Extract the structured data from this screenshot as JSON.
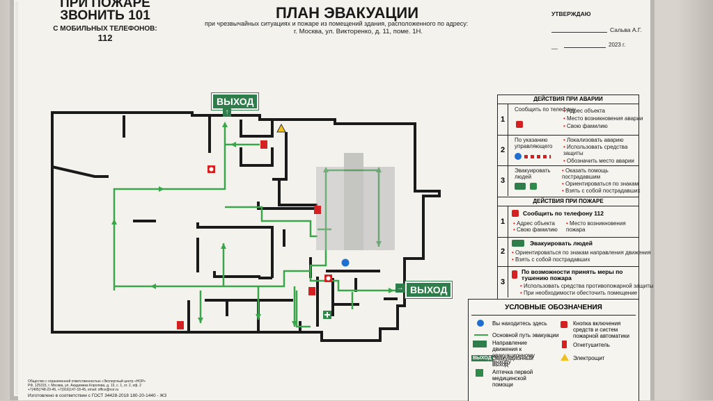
{
  "fire_call": {
    "line1": "ПРИ ПОЖАРЕ",
    "line2": "ЗВОНИТЬ 101",
    "line3": "С МОБИЛЬНЫХ ТЕЛЕФОНОВ:",
    "line4": "112"
  },
  "title": "ПЛАН ЭВАКУАЦИИ",
  "subtitle1": "при чрезвычайных ситуациях и пожаре из помещений здания, расположенного по адресу:",
  "subtitle2": "г. Москва,  ул. Викторенко, д. 11, поме. 1Н.",
  "approve": {
    "label": "УТВЕРЖДАЮ",
    "name": "Сальва А.Г.",
    "year": "2023 г."
  },
  "exits": {
    "top": "ВЫХОД",
    "right": "ВЫХОД"
  },
  "accident": {
    "header": "ДЕЙСТВИЯ ПРИ АВАРИИ",
    "rows": [
      {
        "num": "1",
        "title": "Сообщить по телефону",
        "items": [
          "Адрес объекта",
          "Место возникновения аварии",
          "Свою фамилию"
        ]
      },
      {
        "num": "2",
        "title": "По указанию управляющего",
        "items": [
          "Локализовать аварию",
          "Использовать средства защиты",
          "Обозначить место аварии"
        ]
      },
      {
        "num": "3",
        "title": "Эвакуировать людей",
        "items": [
          "Оказать помощь пострадавшим",
          "Ориентироваться по знакам",
          "Взять с собой пострадавших"
        ]
      }
    ]
  },
  "fire": {
    "header": "ДЕЙСТВИЯ ПРИ ПОЖАРЕ",
    "rows": [
      {
        "num": "1",
        "title": "Сообщить по телефону  112",
        "items": [
          "Адрес объекта",
          "Свою фамилию",
          "Место возникновения пожара"
        ]
      },
      {
        "num": "2",
        "title": "Эвакуировать людей",
        "items": [
          "Ориентироваться по знакам направления движения",
          "Взять с собой пострадавших"
        ]
      },
      {
        "num": "3",
        "title": "По возможности принять меры по тушению пожара",
        "items": [
          "Использовать средства противопожарной защиты",
          "При необходимости обесточить помещение"
        ]
      }
    ]
  },
  "legend": {
    "header": "УСЛОВНЫЕ ОБОЗНАЧЕНИЯ",
    "items": [
      "Вы находитесь здесь",
      "Основной путь эвакуации",
      "Направление движения к эвакуационному выходу",
      "Эвакуационный выход",
      "Аптечка первой медицинской помощи",
      "Кнопка включения средств и систем пожарной автоматики",
      "Огнетушитель",
      "Электрощит"
    ],
    "exit_sign": "ВЫХОД"
  },
  "footer": {
    "org": "Общество с ограниченной ответственностью «Экспертный центр «НОР»",
    "addr": "РФ, 125315, г. Москва, ул. Академика Королева, д. 13, с. 1, эт. 2, оф. 2",
    "phone": "+7(495)748-23-45, +7(916)147-18-45, email: office@nor.ru",
    "gost": "Изготовлено в соответствии с ГОСТ 34428-2018 180-20-1440 - ЖЗ"
  },
  "colors": {
    "route": "#3aa64a",
    "exit": "#2e7d4a",
    "alert": "#d32020",
    "here": "#1e6fd0"
  }
}
